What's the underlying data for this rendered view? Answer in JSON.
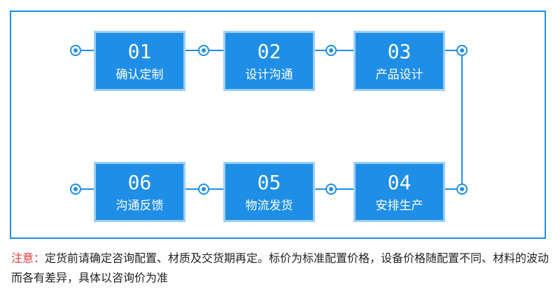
{
  "colors": {
    "accent": "#1f8ee6",
    "box_border": "#9ecff5",
    "note_head": "#e03a3a"
  },
  "steps": [
    {
      "num": "01",
      "label": "确认定制"
    },
    {
      "num": "02",
      "label": "设计沟通"
    },
    {
      "num": "03",
      "label": "产品设计"
    },
    {
      "num": "04",
      "label": "安排生产"
    },
    {
      "num": "05",
      "label": "物流发货"
    },
    {
      "num": "06",
      "label": "沟通反馈"
    }
  ],
  "note": {
    "head": "注意：",
    "text": "定货前请确定咨询配置、材质及交货期再定。标价为标准配置价格，设备价格随配置不同、材料的波动而各有差异，具体以咨询价为准"
  }
}
